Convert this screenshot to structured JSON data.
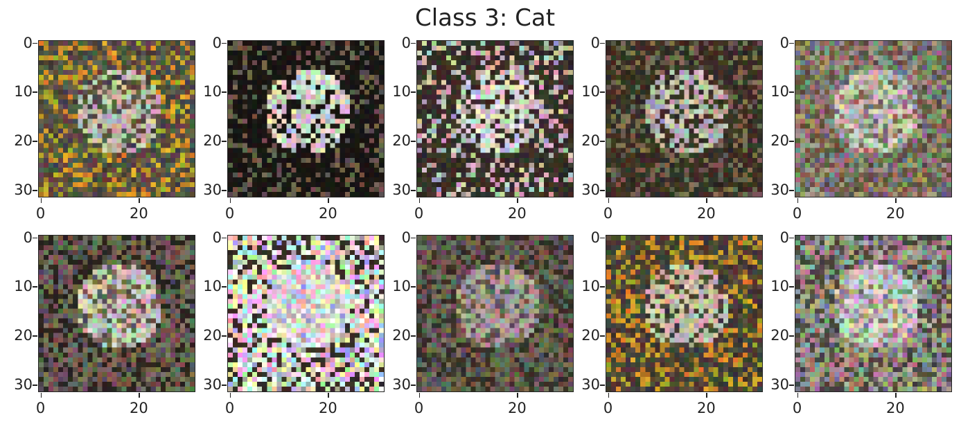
{
  "figure": {
    "title": "Class 3: Cat"
  },
  "axes": {
    "y_ticks": [
      0,
      10,
      20,
      30
    ],
    "x_ticks": [
      0,
      20
    ],
    "y_labels": [
      "0",
      "10",
      "20",
      "30"
    ],
    "x_labels": [
      "0",
      "20"
    ],
    "image_size": 32
  },
  "panels": [
    {
      "tone": "#5a5446",
      "accent": "#c9a02a",
      "highlight": "#d8d4cc"
    },
    {
      "tone": "#1a1714",
      "accent": "#6b5e4e",
      "highlight": "#f4f4f4"
    },
    {
      "tone": "#3a322a",
      "accent": "#c8c0b4",
      "highlight": "#f0ede8"
    },
    {
      "tone": "#3c3326",
      "accent": "#7a6a52",
      "highlight": "#dcd6cc"
    },
    {
      "tone": "#8c8678",
      "accent": "#6a5a44",
      "highlight": "#e8e4dc"
    },
    {
      "tone": "#6e6658",
      "accent": "#2c2620",
      "highlight": "#f0ece6"
    },
    {
      "tone": "#e8e4de",
      "accent": "#3a3028",
      "highlight": "#ffffff"
    },
    {
      "tone": "#6a6254",
      "accent": "#3a3228",
      "highlight": "#c8c0b4"
    },
    {
      "tone": "#4c4438",
      "accent": "#c8962a",
      "highlight": "#e0d8c8"
    },
    {
      "tone": "#9a968c",
      "accent": "#4e4a42",
      "highlight": "#f4f2ee"
    }
  ]
}
